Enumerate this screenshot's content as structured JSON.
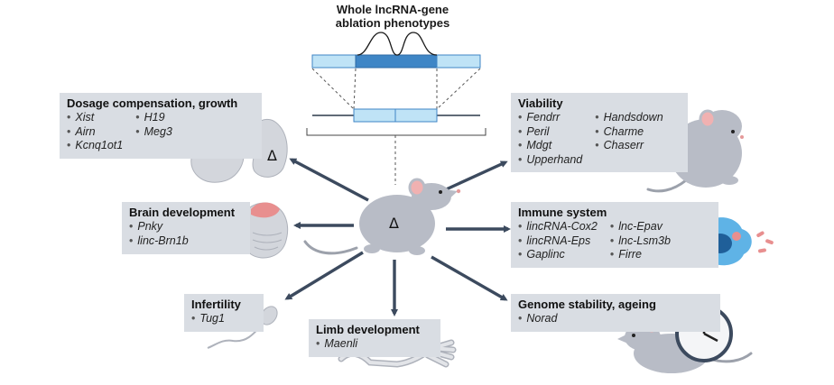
{
  "title": {
    "line1": "Whole lncRNA-gene",
    "line2": "ablation phenotypes"
  },
  "delta_symbol": "Δ",
  "panels": {
    "dosage": {
      "title": "Dosage compensation, growth",
      "col1": [
        "Xist",
        "Airn",
        "Kcnq1ot1"
      ],
      "col2": [
        "H19",
        "Meg3"
      ]
    },
    "brain": {
      "title": "Brain development",
      "col1": [
        "Pnky",
        "linc-Brn1b"
      ]
    },
    "infertility": {
      "title": "Infertility",
      "col1": [
        "Tug1"
      ]
    },
    "limb": {
      "title": "Limb development",
      "col1": [
        "Maenli"
      ]
    },
    "viability": {
      "title": "Viability",
      "col1": [
        "Fendrr",
        "Peril",
        "Mdgt",
        "Upperhand"
      ],
      "col2": [
        "Handsdown",
        "Charme",
        "Chaserr"
      ]
    },
    "immune": {
      "title": "Immune system",
      "col1": [
        "lincRNA-Cox2",
        "lincRNA-Eps",
        "Gaplinc"
      ],
      "col2": [
        "lnc-Epav",
        "lnc-Lsm3b",
        "Firre"
      ]
    },
    "genome": {
      "title": "Genome stability, ageing",
      "col1": [
        "Norad"
      ]
    }
  },
  "colors": {
    "arrow": "#3c4a5e",
    "gene_light": "#bfe3f6",
    "gene_dark": "#3f86c6",
    "mouse": "#b8bcc6",
    "box_bg": "#d9dde3",
    "brain": "#e88f8f"
  }
}
